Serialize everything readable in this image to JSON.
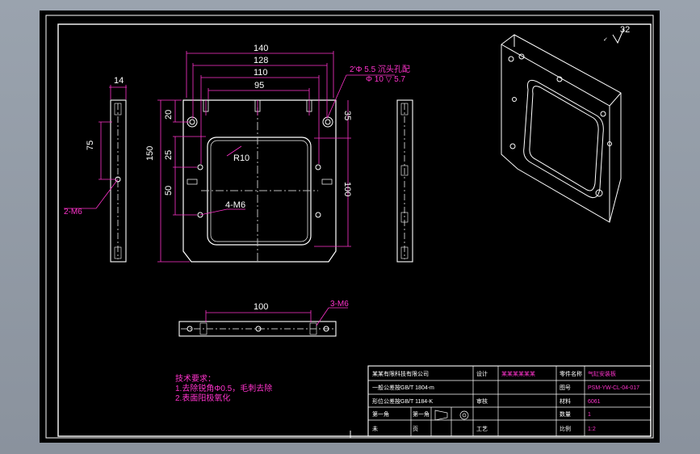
{
  "drawing": {
    "roughness": "32",
    "dims_front": {
      "d140": "140",
      "d128": "128",
      "d110": "110",
      "d95": "95",
      "d150": "150",
      "d20": "20",
      "d25": "25",
      "d50": "50",
      "d100v": "100",
      "d35": "35",
      "r10": "R10",
      "holes_m6": "4-M6",
      "counterbore": "2'Φ 5.5 沉头孔配",
      "counterbore_2": "Φ 10 ▽ 5.7"
    },
    "dims_side": {
      "d14": "14",
      "d75": "75",
      "holes_side": "2-M6"
    },
    "dims_bottom": {
      "d100": "100",
      "holes_m6_3": "3-M6"
    },
    "tech_notes": {
      "title": "技术要求：",
      "line1": "1.去除锐角Φ0.5，毛刺去除",
      "line2": "2.表面阳极氧化"
    }
  },
  "title_block": {
    "company": "某某有限科技有限公司",
    "r2c1": "一般公差按GB/T 1804-m",
    "r3c1": "形位公差按GB/T 1184-K",
    "r4c1": "第一角",
    "r4c1b": "第一角",
    "r5c1": "未",
    "r5c2": "页",
    "h_design": "设计",
    "h_check": "审核",
    "h_name": "零件名称",
    "name_value": "气缸安装板",
    "h_material": "材料",
    "h_drawing_no": "图号",
    "drawing_no": "PSM-YW-CL-04-017",
    "material": "6061",
    "qty": "1",
    "scale": "1:2",
    "h_qty": "数量",
    "h_process": "工艺",
    "h_scale": "比例",
    "designer": "某某某某某某"
  }
}
